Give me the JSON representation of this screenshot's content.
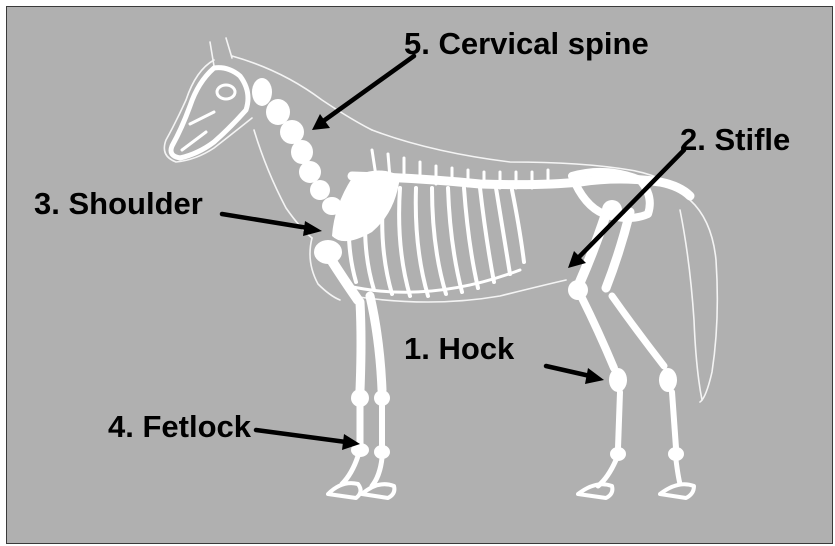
{
  "figure": {
    "background": "#b0b0b0",
    "label_color": "#000000",
    "skeleton_color": "#ffffff"
  },
  "labels": [
    {
      "id": "hock",
      "text": "1. Hock"
    },
    {
      "id": "stifle",
      "text": "2. Stifle"
    },
    {
      "id": "shoulder",
      "text": "3. Shoulder"
    },
    {
      "id": "fetlock",
      "text": "4. Fetlock"
    },
    {
      "id": "cervical",
      "text": "5. Cervical spine"
    }
  ]
}
